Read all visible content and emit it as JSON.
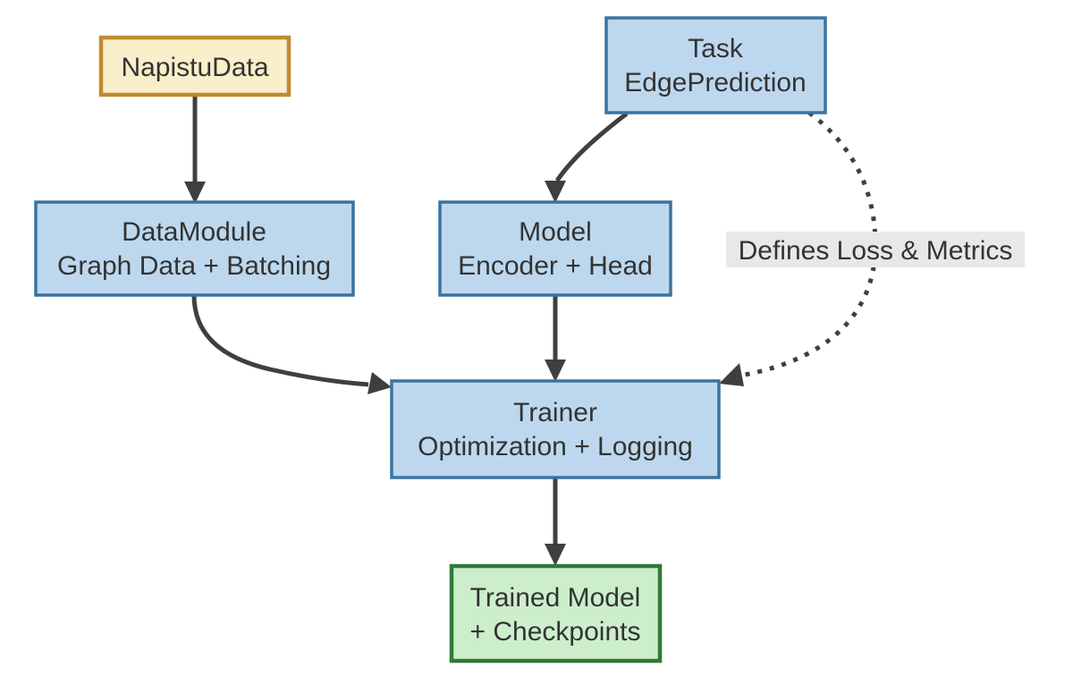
{
  "diagram": {
    "type": "flowchart-top-down",
    "background": "#ffffff",
    "nodes": {
      "napistu_data": {
        "label": "NapistuData",
        "fill": "#f9efca",
        "stroke": "#bf8a33"
      },
      "task": {
        "line1": "Task",
        "line2": "EdgePrediction",
        "fill": "#bdd8ee",
        "stroke": "#3c739f"
      },
      "data_module": {
        "line1": "DataModule",
        "line2": "Graph Data + Batching",
        "fill": "#bdd8ee",
        "stroke": "#3c739f"
      },
      "model": {
        "line1": "Model",
        "line2": "Encoder + Head",
        "fill": "#bdd8ee",
        "stroke": "#3c739f"
      },
      "trainer": {
        "line1": "Trainer",
        "line2": "Optimization + Logging",
        "fill": "#bdd8ee",
        "stroke": "#3c739f"
      },
      "trained_model": {
        "line1": "Trained Model",
        "line2": "+ Checkpoints",
        "fill": "#cdeecb",
        "stroke": "#2f7a35"
      }
    },
    "edges": [
      {
        "from": "NapistuData",
        "to": "DataModule",
        "style": "solid",
        "label": ""
      },
      {
        "from": "Task EdgePrediction",
        "to": "Model",
        "style": "solid",
        "label": ""
      },
      {
        "from": "DataModule",
        "to": "Trainer",
        "style": "solid",
        "label": ""
      },
      {
        "from": "Model",
        "to": "Trainer",
        "style": "solid",
        "label": ""
      },
      {
        "from": "Task EdgePrediction",
        "to": "Trainer",
        "style": "dotted",
        "label": "Defines Loss & Metrics"
      },
      {
        "from": "Trainer",
        "to": "Trained Model",
        "style": "solid",
        "label": ""
      }
    ],
    "edge_label": {
      "text": "Defines Loss & Metrics",
      "bg": "#e8e8e8"
    },
    "colors": {
      "edge": "#3f3f3f",
      "text": "#333333"
    }
  }
}
